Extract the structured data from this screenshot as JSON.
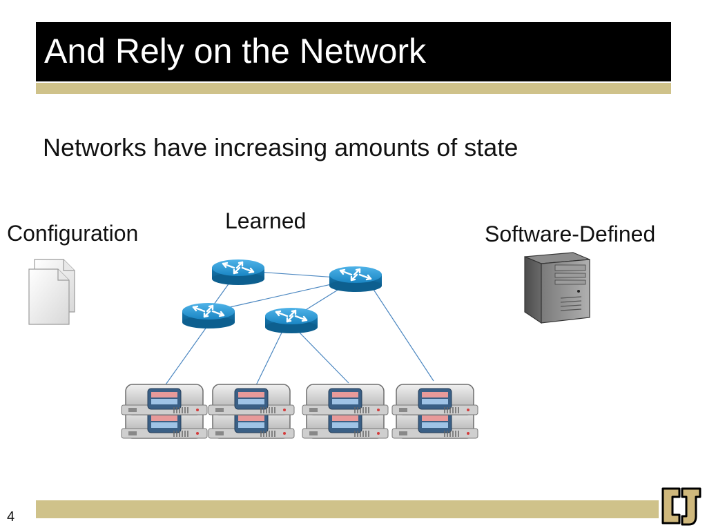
{
  "slide": {
    "title": "And Rely on the Network",
    "subtitle": "Networks have increasing amounts of state",
    "labels": {
      "configuration": "Configuration",
      "learned": "Learned",
      "software_defined": "Software-Defined"
    },
    "page_number": "4"
  },
  "colors": {
    "title_bar": "#000000",
    "accent_gold": "#cfc28a",
    "router_blue": "#1e8cc6",
    "link_blue": "#4a86c0"
  },
  "icons": {
    "documents": "documents-icon",
    "router": "router-icon",
    "server_stack": "server-stack-icon",
    "server_tower": "server-tower-icon",
    "logo": "cu-logo-icon"
  }
}
